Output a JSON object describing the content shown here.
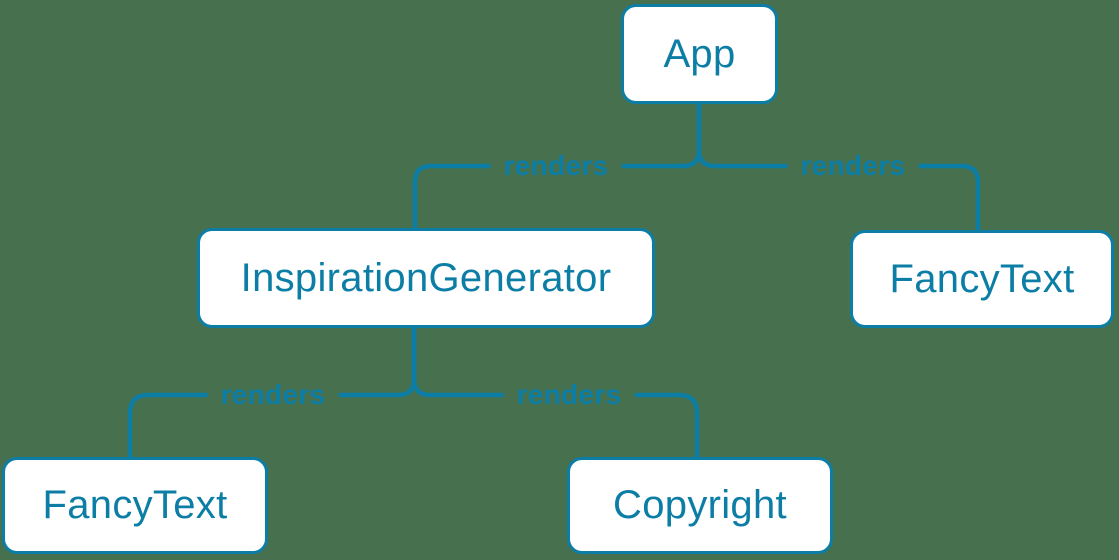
{
  "diagram": {
    "title": "react-render-tree",
    "colors": {
      "background": "#47704f",
      "accent": "#0c7ea6",
      "node_fill": "#ffffff"
    },
    "nodes": [
      {
        "id": "app",
        "label": "App"
      },
      {
        "id": "inspiration-generator",
        "label": "InspirationGenerator"
      },
      {
        "id": "fancy-text-top-right",
        "label": "FancyText"
      },
      {
        "id": "fancy-text-bottom-left",
        "label": "FancyText"
      },
      {
        "id": "copyright",
        "label": "Copyright"
      }
    ],
    "edges": [
      {
        "from": "App",
        "to": "InspirationGenerator",
        "label": "renders"
      },
      {
        "from": "App",
        "to": "FancyText",
        "label": "renders"
      },
      {
        "from": "InspirationGenerator",
        "to": "FancyText",
        "label": "renders"
      },
      {
        "from": "InspirationGenerator",
        "to": "Copyright",
        "label": "renders"
      }
    ]
  }
}
